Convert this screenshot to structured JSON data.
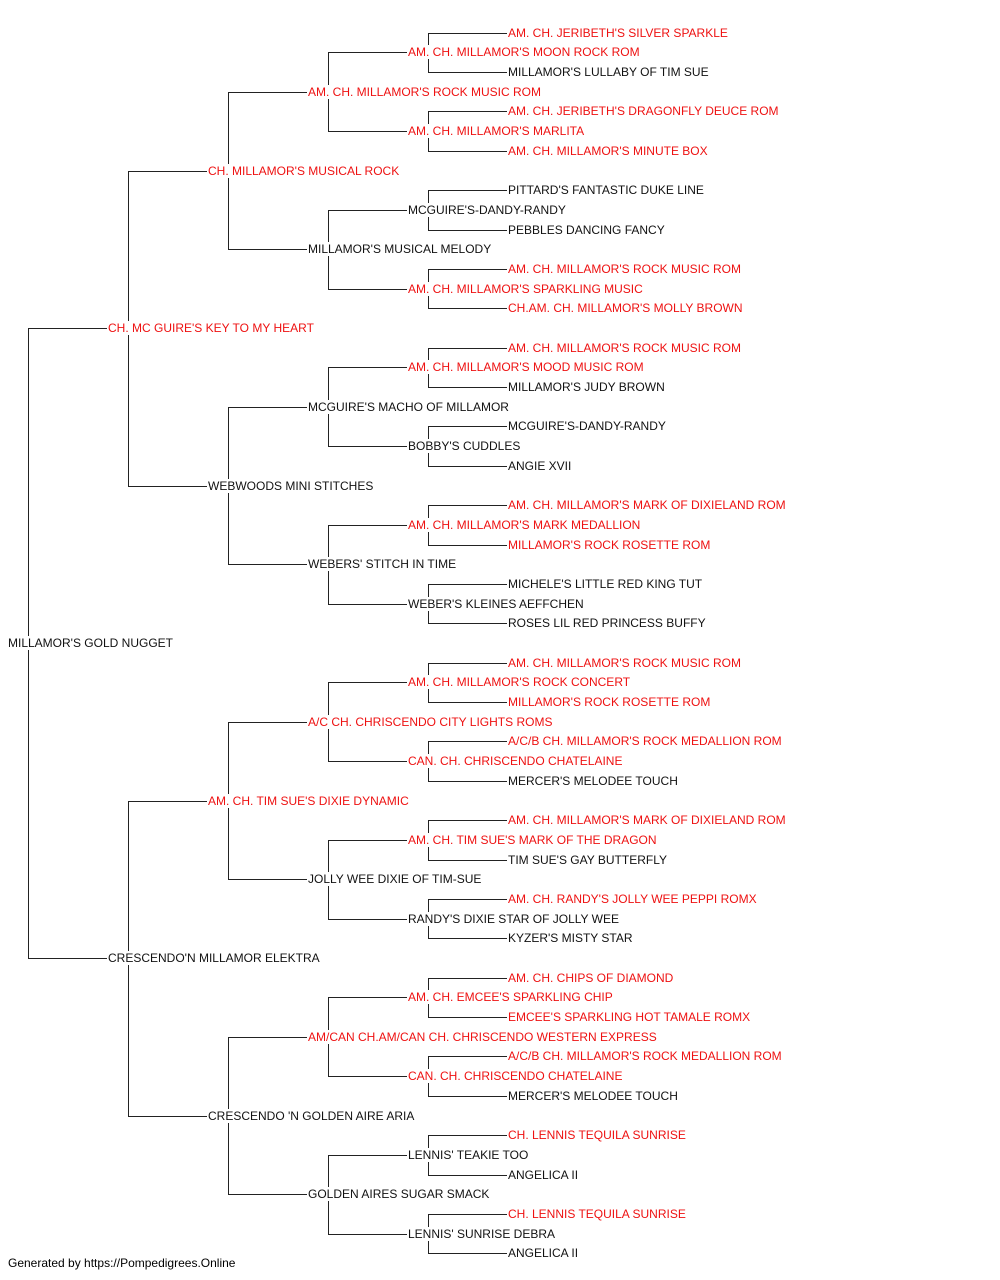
{
  "colors": {
    "champion": "#ee1111",
    "regular": "#111111",
    "line": "#222222"
  },
  "pedigree": {
    "name": "MILLAMOR'S GOLD NUGGET",
    "champion": false,
    "sire": {
      "name": "CH. MC GUIRE'S KEY TO MY HEART",
      "champion": true,
      "sire": {
        "name": "CH. MILLAMOR'S MUSICAL ROCK",
        "champion": true,
        "sire": {
          "name": "AM. CH. MILLAMOR'S ROCK MUSIC ROM",
          "champion": true,
          "sire": {
            "name": "AM. CH. MILLAMOR'S MOON ROCK ROM",
            "champion": true,
            "sire": {
              "name": "AM. CH. JERIBETH'S SILVER SPARKLE",
              "champion": true
            },
            "dam": {
              "name": "MILLAMOR'S LULLABY OF TIM SUE",
              "champion": false
            }
          },
          "dam": {
            "name": "AM. CH. MILLAMOR'S MARLITA",
            "champion": true,
            "sire": {
              "name": "AM. CH. JERIBETH'S DRAGONFLY DEUCE ROM",
              "champion": true
            },
            "dam": {
              "name": "AM. CH. MILLAMOR'S MINUTE BOX",
              "champion": true
            }
          }
        },
        "dam": {
          "name": "MILLAMOR'S MUSICAL MELODY",
          "champion": false,
          "sire": {
            "name": "MCGUIRE'S-DANDY-RANDY",
            "champion": false,
            "sire": {
              "name": "PITTARD'S FANTASTIC DUKE LINE",
              "champion": false
            },
            "dam": {
              "name": "PEBBLES DANCING FANCY",
              "champion": false
            }
          },
          "dam": {
            "name": "AM. CH. MILLAMOR'S SPARKLING MUSIC",
            "champion": true,
            "sire": {
              "name": "AM. CH. MILLAMOR'S ROCK MUSIC ROM",
              "champion": true
            },
            "dam": {
              "name": "CH.AM. CH. MILLAMOR'S MOLLY BROWN",
              "champion": true
            }
          }
        }
      },
      "dam": {
        "name": "WEBWOODS MINI STITCHES",
        "champion": false,
        "sire": {
          "name": "MCGUIRE'S MACHO OF MILLAMOR",
          "champion": false,
          "sire": {
            "name": "AM. CH. MILLAMOR'S MOOD MUSIC ROM",
            "champion": true,
            "sire": {
              "name": "AM. CH. MILLAMOR'S ROCK MUSIC ROM",
              "champion": true
            },
            "dam": {
              "name": "MILLAMOR'S JUDY BROWN",
              "champion": false
            }
          },
          "dam": {
            "name": "BOBBY'S CUDDLES",
            "champion": false,
            "sire": {
              "name": "MCGUIRE'S-DANDY-RANDY",
              "champion": false
            },
            "dam": {
              "name": "ANGIE XVII",
              "champion": false
            }
          }
        },
        "dam": {
          "name": "WEBERS' STITCH IN TIME",
          "champion": false,
          "sire": {
            "name": "AM. CH. MILLAMOR'S MARK MEDALLION",
            "champion": true,
            "sire": {
              "name": "AM. CH. MILLAMOR'S MARK OF DIXIELAND ROM",
              "champion": true
            },
            "dam": {
              "name": "MILLAMOR'S ROCK ROSETTE ROM",
              "champion": true
            }
          },
          "dam": {
            "name": "WEBER'S KLEINES AEFFCHEN",
            "champion": false,
            "sire": {
              "name": "MICHELE'S LITTLE RED KING TUT",
              "champion": false
            },
            "dam": {
              "name": "ROSES LIL RED PRINCESS BUFFY",
              "champion": false
            }
          }
        }
      }
    },
    "dam": {
      "name": "CRESCENDO'N MILLAMOR ELEKTRA",
      "champion": false,
      "sire": {
        "name": "AM. CH. TIM SUE'S DIXIE DYNAMIC",
        "champion": true,
        "sire": {
          "name": "A/C CH. CHRISCENDO CITY LIGHTS ROMS",
          "champion": true,
          "sire": {
            "name": "AM. CH. MILLAMOR'S ROCK CONCERT",
            "champion": true,
            "sire": {
              "name": "AM. CH. MILLAMOR'S ROCK MUSIC ROM",
              "champion": true
            },
            "dam": {
              "name": "MILLAMOR'S ROCK ROSETTE ROM",
              "champion": true
            }
          },
          "dam": {
            "name": "CAN. CH. CHRISCENDO CHATELAINE",
            "champion": true,
            "sire": {
              "name": "A/C/B CH. MILLAMOR'S ROCK MEDALLION ROM",
              "champion": true
            },
            "dam": {
              "name": "MERCER'S MELODEE TOUCH",
              "champion": false
            }
          }
        },
        "dam": {
          "name": "JOLLY WEE DIXIE OF TIM-SUE",
          "champion": false,
          "sire": {
            "name": "AM. CH. TIM SUE'S MARK OF THE DRAGON",
            "champion": true,
            "sire": {
              "name": "AM. CH. MILLAMOR'S MARK OF DIXIELAND ROM",
              "champion": true
            },
            "dam": {
              "name": "TIM SUE'S GAY BUTTERFLY",
              "champion": false
            }
          },
          "dam": {
            "name": "RANDY'S DIXIE STAR OF JOLLY WEE",
            "champion": false,
            "sire": {
              "name": "AM. CH. RANDY'S JOLLY WEE PEPPI ROMX",
              "champion": true
            },
            "dam": {
              "name": "KYZER'S MISTY STAR",
              "champion": false
            }
          }
        }
      },
      "dam": {
        "name": "CRESCENDO 'N GOLDEN AIRE ARIA",
        "champion": false,
        "sire": {
          "name": "AM/CAN CH.AM/CAN CH. CHRISCENDO WESTERN EXPRESS",
          "champion": true,
          "sire": {
            "name": "AM. CH. EMCEE'S SPARKLING CHIP",
            "champion": true,
            "sire": {
              "name": "AM. CH. CHIPS OF DIAMOND",
              "champion": true
            },
            "dam": {
              "name": "EMCEE'S SPARKLING HOT TAMALE ROMX",
              "champion": true
            }
          },
          "dam": {
            "name": "CAN. CH. CHRISCENDO CHATELAINE",
            "champion": true,
            "sire": {
              "name": "A/C/B CH. MILLAMOR'S ROCK MEDALLION ROM",
              "champion": true
            },
            "dam": {
              "name": "MERCER'S MELODEE TOUCH",
              "champion": false
            }
          }
        },
        "dam": {
          "name": "GOLDEN AIRES SUGAR SMACK",
          "champion": false,
          "sire": {
            "name": "LENNIS' TEAKIE TOO",
            "champion": false,
            "sire": {
              "name": "CH. LENNIS TEQUILA SUNRISE",
              "champion": true
            },
            "dam": {
              "name": "ANGELICA II",
              "champion": false
            }
          },
          "dam": {
            "name": "LENNIS' SUNRISE DEBRA",
            "champion": false,
            "sire": {
              "name": "CH. LENNIS TEQUILA SUNRISE",
              "champion": true
            },
            "dam": {
              "name": "ANGELICA II",
              "champion": false
            }
          }
        }
      }
    }
  },
  "footer": "Generated by https://Pompedigrees.Online"
}
